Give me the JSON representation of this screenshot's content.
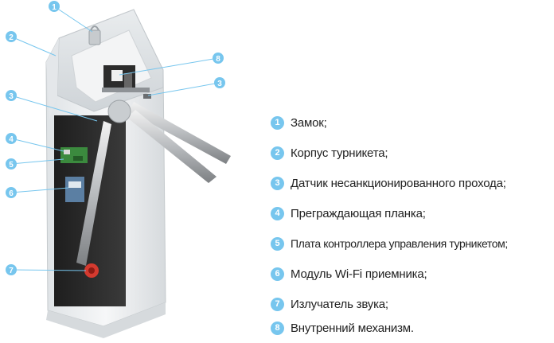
{
  "colors": {
    "callout": "#77c6ee",
    "panel_dark": "#2a2a2a",
    "housing": "#eef0f2",
    "text": "#222222"
  },
  "callouts": [
    "1",
    "2",
    "3",
    "3",
    "4",
    "5",
    "6",
    "7",
    "8"
  ],
  "legend": [
    {
      "num": "1",
      "label": "Замок;"
    },
    {
      "num": "2",
      "label": "Корпус турникета;"
    },
    {
      "num": "3",
      "label": "Датчик несанкционированного прохода;"
    },
    {
      "num": "4",
      "label": "Преграждающая планка;"
    },
    {
      "num": "5",
      "label": "Плата контроллера управления турникетом;"
    },
    {
      "num": "6",
      "label": "Модуль Wi-Fi приемника;"
    },
    {
      "num": "7",
      "label": "Излучатель звука;"
    },
    {
      "num": "8",
      "label": "Внутренний механизм."
    }
  ]
}
